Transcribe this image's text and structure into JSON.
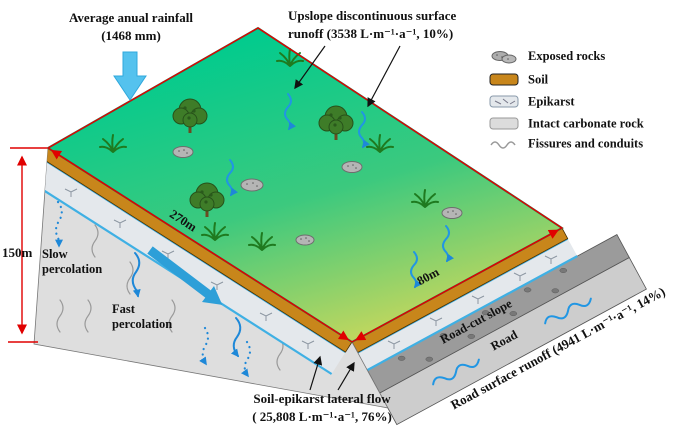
{
  "figure": {
    "rainfall_label": {
      "line1": "Average anual rainfall",
      "line2": "(1468 mm)"
    },
    "upslope_runoff_label": {
      "line1": "Upslope discontinuous surface",
      "line2": "runoff (3538 L·m⁻¹·a⁻¹, 10%)"
    },
    "lateral_flow_label": {
      "line1": "Soil-epikarst lateral flow",
      "line2": "( 25,808 L·m⁻¹·a⁻¹, 76%)"
    },
    "road_surface_runoff_label": "Road surface runoff (4941 L·m⁻¹·a⁻¹, 14%)",
    "road_cut_slope_label": "Road-cut slope",
    "road_label": "Road",
    "slow_percolation_label": {
      "line1": "Slow",
      "line2": "percolation"
    },
    "fast_percolation_label": {
      "line1": "Fast",
      "line2": "percolation"
    },
    "measurements": {
      "hill_height": "150m",
      "slope_length": "270m",
      "slope_width": "80m"
    }
  },
  "legend": {
    "items": [
      {
        "id": "exposed-rocks",
        "label": "Exposed rocks"
      },
      {
        "id": "soil",
        "label": "Soil"
      },
      {
        "id": "epikarst",
        "label": "Epikarst"
      },
      {
        "id": "intact-carbonate-rock",
        "label": "Intact carbonate rock"
      },
      {
        "id": "fissures-conduits",
        "label": "Fissures and conduits"
      }
    ]
  },
  "colors": {
    "measurement_red": "#e00000",
    "rainfall_arrow_blue": "#54c2ee",
    "water_blue": "#1e88d8",
    "soil_brown": "#c8861b",
    "surface_green_top": "#00cb8e",
    "surface_green_bottom": "#bcd65f"
  }
}
